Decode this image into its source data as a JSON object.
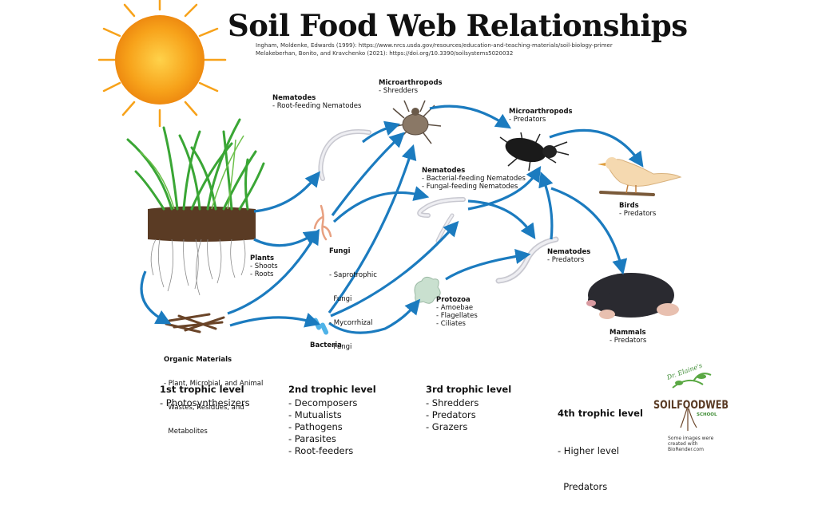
{
  "title": "Soil Food Web Relationships",
  "citations": [
    "Ingham, Moldenke, Edwards (1999): https://www.nrcs.usda.gov/resources/education-and-teaching-materials/soil-biology-primer",
    "Melakeberhan, Bonito, and Kravchenko (2021): https://doi.org/10.3390/soilsystems5020032"
  ],
  "nodes": {
    "plants": {
      "title": "Plants",
      "items": [
        "- Shoots",
        "- Roots"
      ]
    },
    "organic": {
      "title": "Organic Materials",
      "items": [
        "- Plant, Microbial, and Animal",
        "  Wastes, Residues, and",
        "  Metabolites"
      ]
    },
    "bacteria": {
      "title": "Bacteria",
      "items": []
    },
    "fungi": {
      "title": "Fungi",
      "items": [
        "- Saprotrophic",
        "  Fungi",
        "- Mycorrhizal",
        "  Fungi"
      ]
    },
    "nematodes_root": {
      "title": "Nematodes",
      "items": [
        "- Root-feeding Nematodes"
      ]
    },
    "micro_shredders": {
      "title": "Microarthropods",
      "items": [
        "- Shredders"
      ]
    },
    "nematodes_bf": {
      "title": "Nematodes",
      "items": [
        "- Bacterial-feeding Nematodes",
        "- Fungal-feeding Nematodes"
      ]
    },
    "protozoa": {
      "title": "Protozoa",
      "items": [
        "- Amoebae",
        "- Flagellates",
        "- Ciliates"
      ]
    },
    "micro_predators": {
      "title": "Microarthropods",
      "items": [
        "- Predators"
      ]
    },
    "nematodes_pred": {
      "title": "Nematodes",
      "items": [
        "- Predators"
      ]
    },
    "birds": {
      "title": "Birds",
      "items": [
        "- Predators"
      ]
    },
    "mammals": {
      "title": "Mammals",
      "items": [
        "- Predators"
      ]
    }
  },
  "trophic_levels": [
    {
      "title": "1st trophic level",
      "items": [
        "- Photosynthesizers"
      ]
    },
    {
      "title": "2nd trophic level",
      "items": [
        "- Decomposers",
        "- Mutualists",
        "- Pathogens",
        "- Parasites",
        "- Root-feeders"
      ]
    },
    {
      "title": "3rd trophic level",
      "items": [
        "- Shredders",
        "- Predators",
        "- Grazers"
      ]
    },
    {
      "title": "4th trophic level",
      "items": [
        "- Higher level",
        "  Predators"
      ]
    }
  ],
  "logo": {
    "line1": "Dr. Elaine's",
    "line2": "SOILFOODWEB",
    "line3": "SCHOOL",
    "note": "Some images were created with BioRender.com"
  },
  "colors": {
    "arrow": "#1b7bbf",
    "sun": "#f7a21a",
    "grass": "#3aa635",
    "soil": "#5a3b24"
  }
}
